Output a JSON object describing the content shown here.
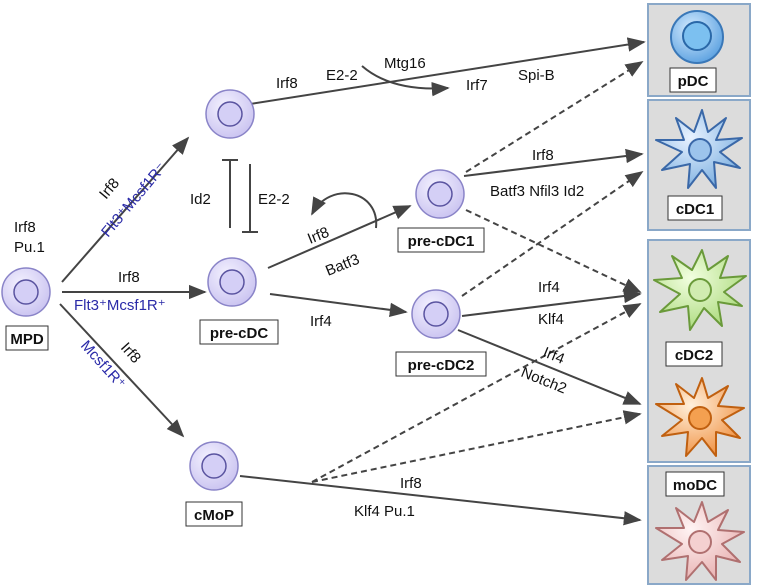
{
  "nodes": {
    "mpd": "MPD",
    "pre_cdc": "pre-cDC",
    "pre_cdc1": "pre-cDC1",
    "pre_cdc2": "pre-cDC2",
    "cmop": "cMoP",
    "pdc": "pDC",
    "cdc1": "cDC1",
    "cdc2": "cDC2",
    "modc": "moDC"
  },
  "labels": {
    "irf8_mpd": "Irf8",
    "pu1_mpd": "Pu.1",
    "irf8_up": "Irf8",
    "flt3_mcsf1r_neg": "Flt3⁺Mcsf1R⁻",
    "irf8_mid": "Irf8",
    "flt3_mcsf1r_pos": "Flt3⁺Mcsf1R⁺",
    "irf8_down": "Irf8",
    "mcsf1r_pos": "Mcsf1R⁺",
    "id2": "Id2",
    "e22_vert": "E2-2",
    "irf8_pdc": "Irf8",
    "e22_top": "E2-2",
    "mtg16": "Mtg16",
    "irf7": "Irf7",
    "spib": "Spi-B",
    "irf8_loop": "Irf8",
    "batf3_loop": "Batf3",
    "irf8_cdc1": "Irf8",
    "batf3_nfil3_id2": "Batf3  Nfil3  Id2",
    "irf4_precdc2": "Irf4",
    "irf4_cdc2": "Irf4",
    "klf4_cdc2": "Klf4",
    "irf4_notch": "Irf4",
    "notch2": "Notch2",
    "irf8_modc": "Irf8",
    "klf4_pu1_modc": "Klf4   Pu.1"
  },
  "colors": {
    "progenitor_fill": "#d9d4f5",
    "progenitor_stroke": "#8a84c8",
    "panel_bg": "#dcdcdc",
    "panel_border": "#8aa8c8",
    "pdc_fill": "#8ab8e8",
    "cdc1_fill": "#a8c8ec",
    "cdc2_fill": "#c8e8a0",
    "modc_orange": "#f0a050",
    "modc_pink": "#f0c8c8",
    "arrow": "#444444",
    "blue_text": "#2a2aa8"
  }
}
